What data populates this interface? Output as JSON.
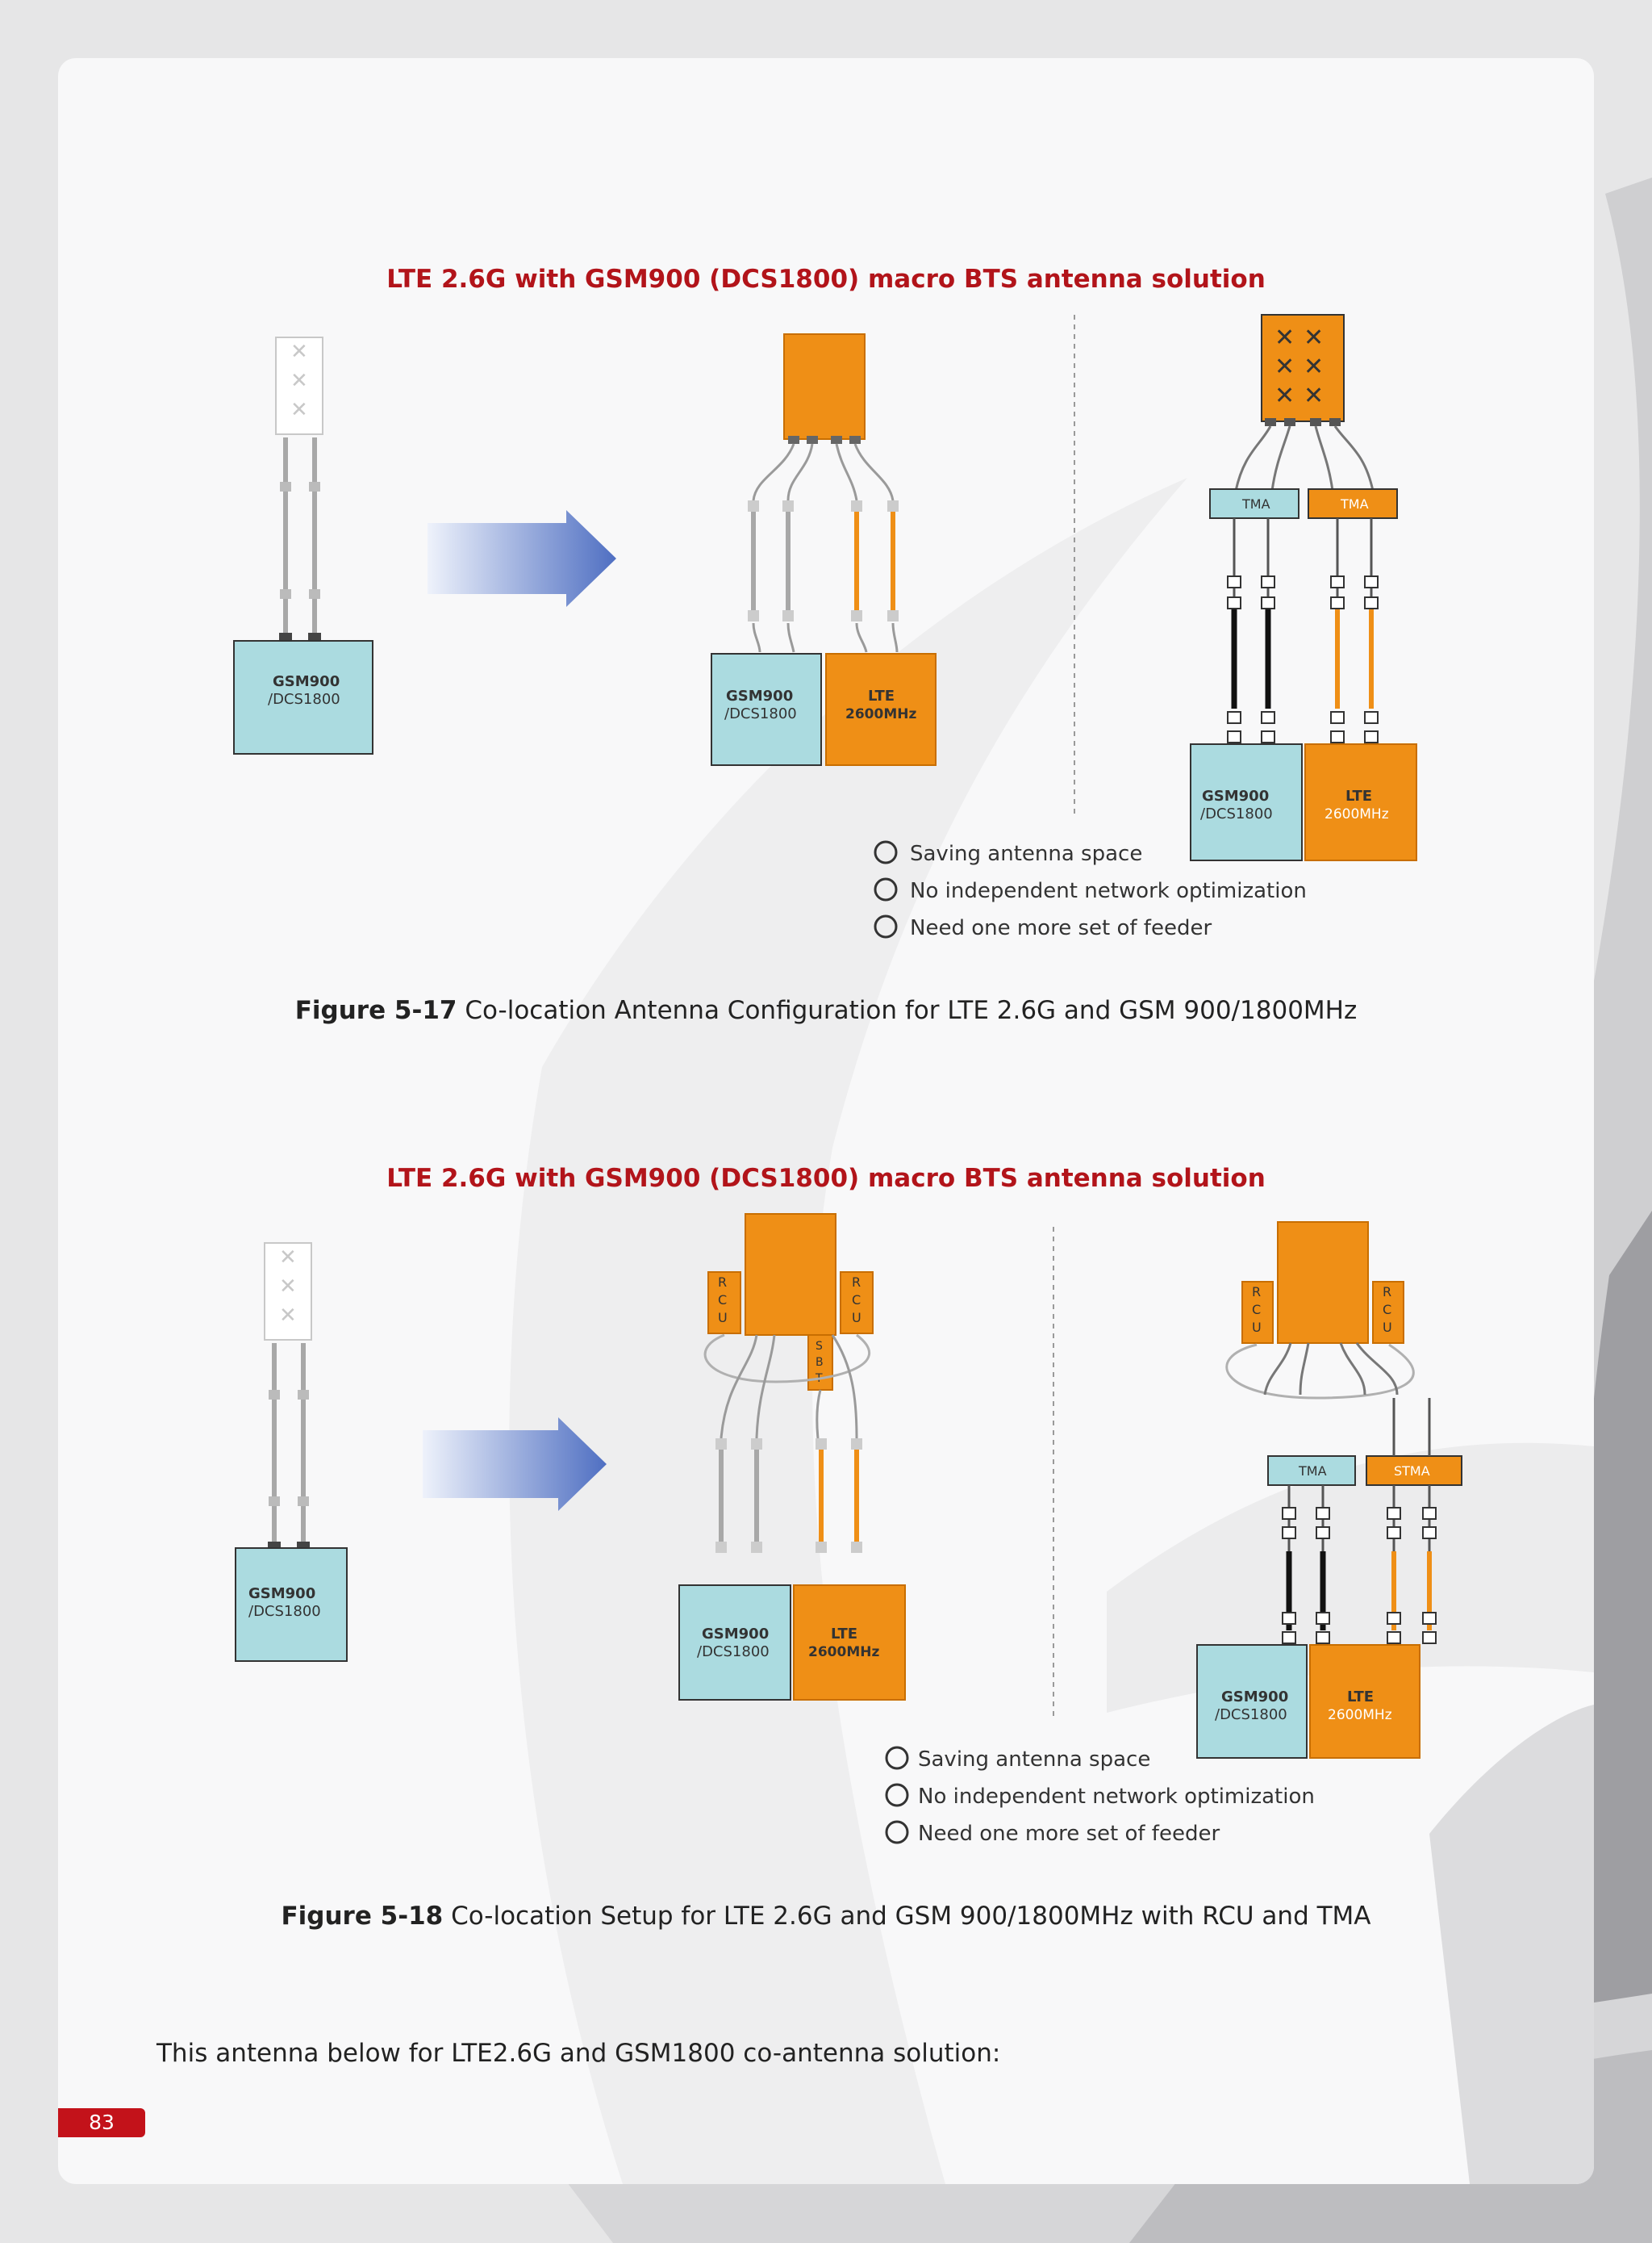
{
  "page_number": "83",
  "body_text": "This antenna below for LTE2.6G and GSM1800 co-antenna solution:",
  "colors": {
    "accent_red": "#b2141a",
    "lte_orange": "#ef8f16",
    "gsm_blue": "#abdbe0",
    "arrow_blue": "#5b79c8"
  },
  "figure_17": {
    "title": "LTE 2.6G with GSM900 (DCS1800) macro BTS antenna solution",
    "caption_label": "Figure 5-17",
    "caption_text": " Co-location Antenna Configuration for LTE 2.6G and GSM 900/1800MHz",
    "original_bts_line1": "GSM900",
    "original_bts_line2": "/DCS1800",
    "shared_gsm_line1": "GSM900",
    "shared_gsm_line2": "/DCS1800",
    "shared_lte_line1": "LTE",
    "shared_lte_line2": "2600MHz",
    "tma_gsm_label": "TMA",
    "tma_lte_label": "TMA",
    "alt_gsm_line1": "GSM900",
    "alt_gsm_line2": "/DCS1800",
    "alt_lte_line1": "LTE",
    "alt_lte_line2": "2600MHz",
    "notes": [
      {
        "icon": "smile-icon",
        "text": "Saving antenna space"
      },
      {
        "icon": "frown-icon",
        "text": "No independent network optimization"
      },
      {
        "icon": "frown-icon",
        "text": "Need one more set of feeder"
      }
    ]
  },
  "figure_18": {
    "title": "LTE 2.6G with GSM900 (DCS1800) macro BTS antenna solution",
    "caption_label": "Figure 5-18",
    "caption_text": " Co-location Setup for LTE 2.6G and GSM 900/1800MHz with RCU and TMA",
    "original_bts_line1": "GSM900",
    "original_bts_line2": "/DCS1800",
    "rcu_letters": [
      "R",
      "C",
      "U"
    ],
    "sbt_letters": [
      "S",
      "B",
      "T"
    ],
    "shared_gsm_line1": "GSM900",
    "shared_gsm_line2": "/DCS1800",
    "shared_lte_line1": "LTE",
    "shared_lte_line2": "2600MHz",
    "tma_label": "TMA",
    "stma_label": "STMA",
    "alt_gsm_line1": "GSM900",
    "alt_gsm_line2": "/DCS1800",
    "alt_lte_line1": "LTE",
    "alt_lte_line2": "2600MHz",
    "notes": [
      {
        "icon": "smile-icon",
        "text": "Saving antenna space"
      },
      {
        "icon": "frown-icon",
        "text": "No independent network optimization"
      },
      {
        "icon": "frown-icon",
        "text": "Need one more set of feeder"
      }
    ]
  }
}
